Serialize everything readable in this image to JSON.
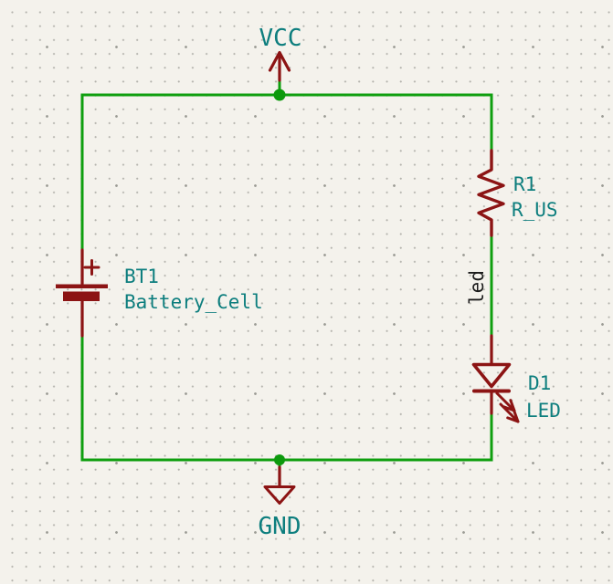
{
  "schematic": {
    "colors": {
      "background": "#f4f2ec",
      "grid_dot": "#b3b2ac",
      "grid_dot_major": "#9c9b95",
      "wire": "#0f9f0f",
      "junction": "#0c990c",
      "device": "#8c1414",
      "field_text": "#0d7e7e",
      "net_label_text": "#1b1b1b"
    },
    "power": {
      "vcc": {
        "label": "VCC"
      },
      "gnd": {
        "label": "GND"
      }
    },
    "components": {
      "battery": {
        "ref": "BT1",
        "value": "Battery_Cell"
      },
      "resistor": {
        "ref": "R1",
        "value": "R_US"
      },
      "led": {
        "ref": "D1",
        "value": "LED"
      }
    },
    "net_label": {
      "name": "led"
    }
  }
}
